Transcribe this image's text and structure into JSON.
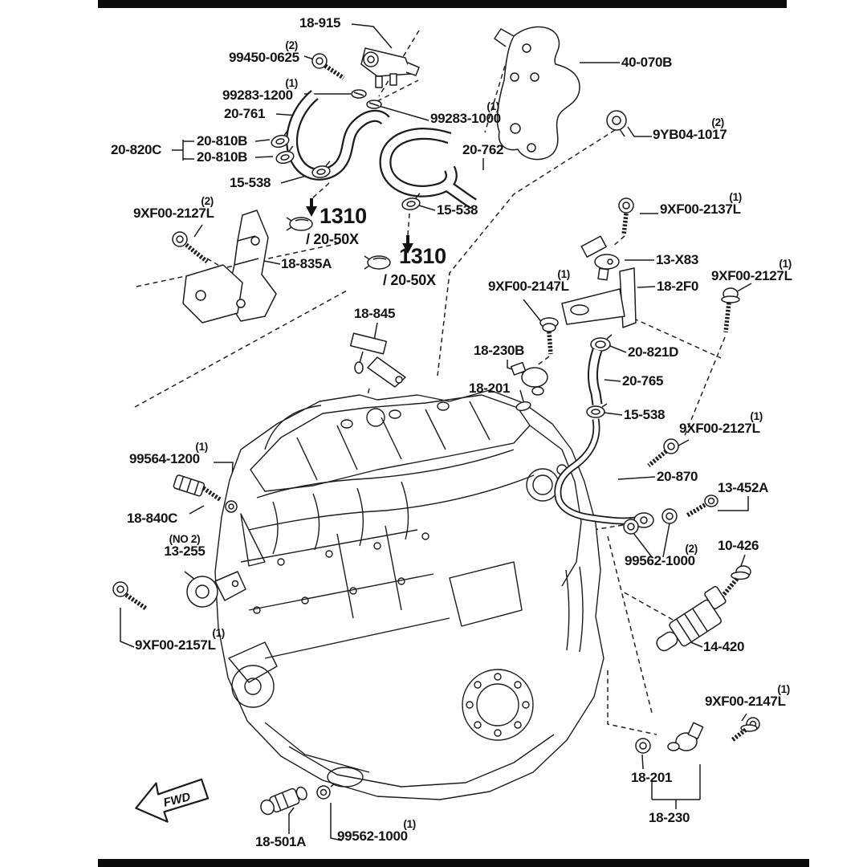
{
  "diagram": {
    "kind": "engine-parts-exploded-diagram",
    "direction_indicator": "FWD",
    "line_color": "#1c1c1c",
    "background": "#ffffff"
  },
  "callouts": [
    {
      "part": "18-915"
    },
    {
      "part": "99450-0625",
      "qty": "(2)"
    },
    {
      "part": "99283-1200",
      "qty": "(1)"
    },
    {
      "part": "20-761"
    },
    {
      "part": "99283-1000",
      "qty": "(1)"
    },
    {
      "part": "40-070B"
    },
    {
      "part": "9YB04-1017",
      "qty": "(2)"
    },
    {
      "part": "20-820C"
    },
    {
      "part": "20-810B"
    },
    {
      "part": "20-810B"
    },
    {
      "part": "15-538"
    },
    {
      "part": "20-762"
    },
    {
      "part": "15-538"
    },
    {
      "part": "9XF00-2127L",
      "qty": "(2)"
    },
    {
      "part": "1310",
      "variant": "/ 20-50X"
    },
    {
      "part": "9XF00-2137L",
      "qty": "(1)"
    },
    {
      "part": "18-835A"
    },
    {
      "part": "1310",
      "variant": "/ 20-50X"
    },
    {
      "part": "13-X83"
    },
    {
      "part": "9XF00-2127L",
      "qty": "(1)"
    },
    {
      "part": "9XF00-2147L",
      "qty": "(1)"
    },
    {
      "part": "18-2F0"
    },
    {
      "part": "18-845"
    },
    {
      "part": "18-230B"
    },
    {
      "part": "18-201"
    },
    {
      "part": "20-821D"
    },
    {
      "part": "20-765"
    },
    {
      "part": "15-538"
    },
    {
      "part": "9XF00-2127L",
      "qty": "(1)"
    },
    {
      "part": "99564-1200",
      "qty": "(1)"
    },
    {
      "part": "18-840C"
    },
    {
      "part": "20-870"
    },
    {
      "part": "13-452A"
    },
    {
      "part": "99562-1000",
      "qty": "(2)"
    },
    {
      "part": "10-426"
    },
    {
      "part": "14-420"
    },
    {
      "part": "13-255",
      "qty": "(NO 2)"
    },
    {
      "part": "9XF00-2157L",
      "qty": "(1)"
    },
    {
      "part": "9XF00-2147L",
      "qty": "(1)"
    },
    {
      "part": "18-201"
    },
    {
      "part": "18-230"
    },
    {
      "part": "18-501A"
    },
    {
      "part": "99562-1000",
      "qty": "(1)"
    },
    {
      "part": "FWD"
    }
  ]
}
